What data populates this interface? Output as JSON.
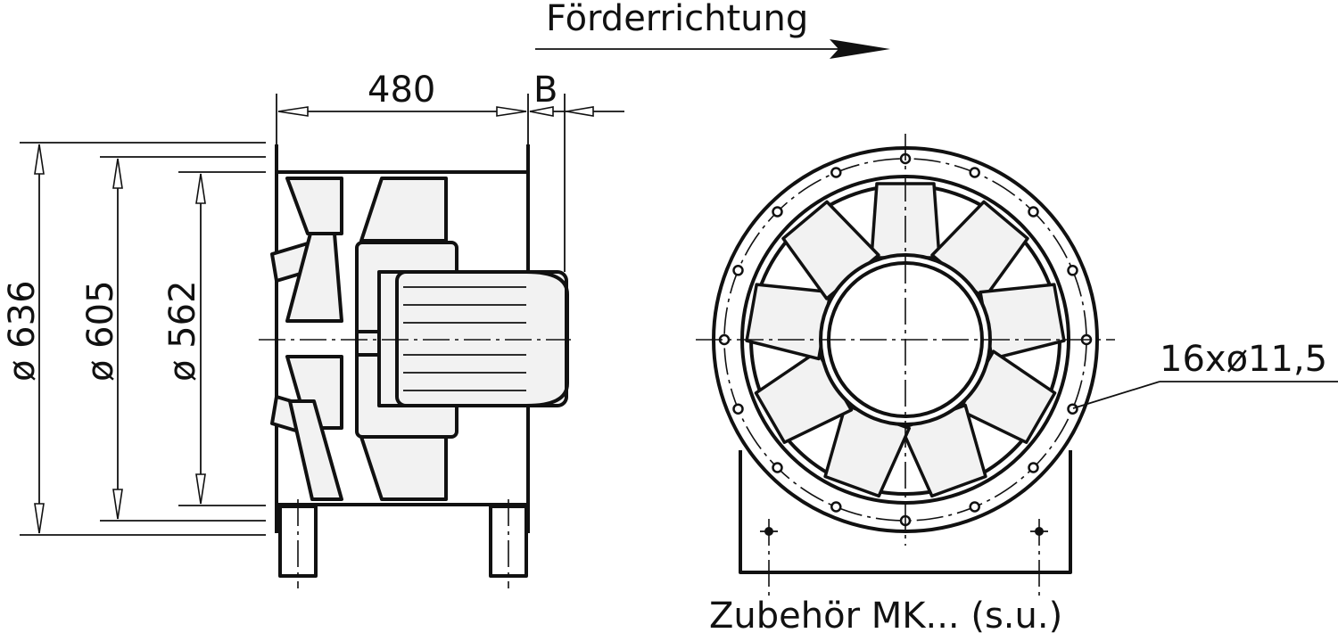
{
  "direction_label": "Förderrichtung",
  "dim_length": "480",
  "dim_b": "B",
  "dim_outer": "ø 636",
  "dim_bolt_circle": "ø 605",
  "dim_inner": "ø 562",
  "holes_label": "16xø11,5",
  "accessory_label": "Zubehör MK... (s.u.)",
  "hole_count": 16,
  "blade_count": 9
}
